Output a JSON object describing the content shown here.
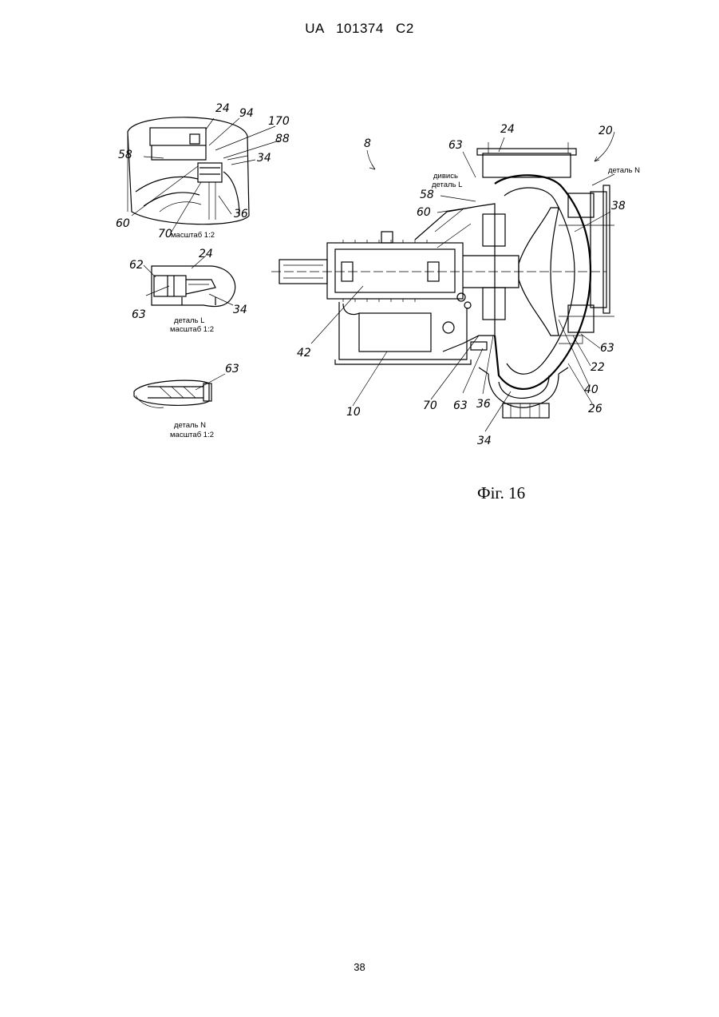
{
  "header": {
    "text": "UA   101374   C2"
  },
  "caption": "Фіг. 16",
  "page_number": "38",
  "detail_top": {
    "labels": {
      "l24": "24",
      "l94": "94",
      "l170": "170",
      "l88": "88",
      "l58": "58",
      "l34": "34",
      "l60": "60",
      "l70": "70",
      "l36": "36"
    },
    "scale": "масштаб 1:2"
  },
  "detail_l": {
    "labels": {
      "l62": "62",
      "l24": "24",
      "l63": "63",
      "l34": "34"
    },
    "title": "деталь L",
    "scale": "масштаб 1:2"
  },
  "detail_n": {
    "labels": {
      "l63": "63"
    },
    "title": "деталь N",
    "scale": "масштаб 1:2"
  },
  "main": {
    "labels": {
      "l8": "8",
      "l24": "24",
      "l20": "20",
      "l63a": "63",
      "l58": "58",
      "l60": "60",
      "l38": "38",
      "l42": "42",
      "l10": "10",
      "l70": "70",
      "l63b": "63",
      "l36": "36",
      "l34": "34",
      "l40": "40",
      "l26": "26",
      "l22": "22",
      "l63c": "63"
    },
    "see": "дивись",
    "detail_l_ref": "деталь L",
    "detail_n_ref": "деталь N"
  }
}
